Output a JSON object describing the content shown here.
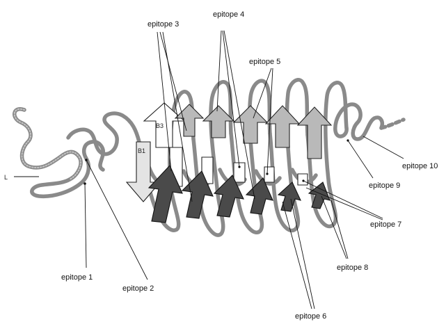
{
  "figure": {
    "terminus_label": "L",
    "strand_labels": [
      "B3",
      "B1"
    ],
    "epitope_labels": {
      "e1": "epitope 1",
      "e2": "epitope 2",
      "e3": "epitope 3",
      "e4": "epitope 4",
      "e5": "epitope 5",
      "e6": "epitope 6",
      "e7": "epitope 7",
      "e8": "epitope 8",
      "e9": "epitope 9",
      "e10": "epitope 10"
    },
    "colors": {
      "backbone": "#8a8a8a",
      "strand_light": "#e4e4e4",
      "strand_mid": "#b9b9b9",
      "strand_dark": "#4a4a4a"
    }
  }
}
